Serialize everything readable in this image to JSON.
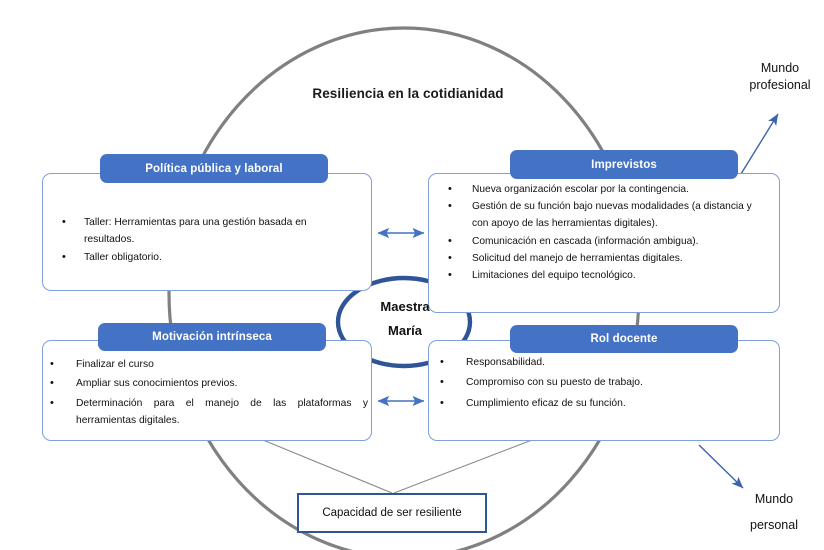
{
  "diagram": {
    "title": "Resiliencia en la cotidianidad",
    "center": {
      "line1": "Maestra",
      "line2": "María"
    },
    "outcome_box": "Capacidad de ser resiliente",
    "world_labels": {
      "professional_line1": "Mundo",
      "professional_line2": "profesional",
      "personal_line1": "Mundo",
      "personal_line2": "personal"
    },
    "quadrants": {
      "top_left": {
        "header": "Política pública y laboral",
        "bullets": [
          {
            "lines": [
              "Taller: Herramientas para una gestión basada en",
              "resultados."
            ]
          },
          {
            "lines": [
              "Taller obligatorio."
            ]
          }
        ]
      },
      "top_right": {
        "header": "Imprevistos",
        "bullets": [
          {
            "lines": [
              "Nueva organización escolar por la contingencia."
            ]
          },
          {
            "lines": [
              "Gestión de su función bajo nuevas modalidades (a distancia y",
              "con apoyo de las herramientas digitales)."
            ]
          },
          {
            "lines": [
              "Comunicación en cascada (información ambigua)."
            ]
          },
          {
            "lines": [
              "Solicitud del manejo de herramientas digitales."
            ]
          },
          {
            "lines": [
              "Limitaciones del equipo tecnológico."
            ]
          }
        ]
      },
      "bottom_left": {
        "header": "Motivación intrínseca",
        "bullets": [
          {
            "lines": [
              "Finalizar el curso"
            ]
          },
          {
            "lines": [
              "Ampliar sus conocimientos previos."
            ]
          },
          {
            "lines": [
              "Determinación para el manejo de las plataformas y",
              "herramientas digitales."
            ],
            "justified": true
          }
        ]
      },
      "bottom_right": {
        "header": "Rol docente",
        "bullets": [
          {
            "lines": [
              "Responsabilidad."
            ]
          },
          {
            "lines": [
              "Compromiso con su puesto de trabajo."
            ]
          },
          {
            "lines": [
              "Cumplimiento eficaz de su función."
            ]
          }
        ]
      }
    },
    "colors": {
      "header_blue": "#4472C4",
      "box_border_blue": "#7fa0d8",
      "ellipse_blue": "#2f5597",
      "outer_circle_gray": "#808080",
      "arrow_blue": "#4472C4",
      "connector_gray": "#888888"
    }
  }
}
